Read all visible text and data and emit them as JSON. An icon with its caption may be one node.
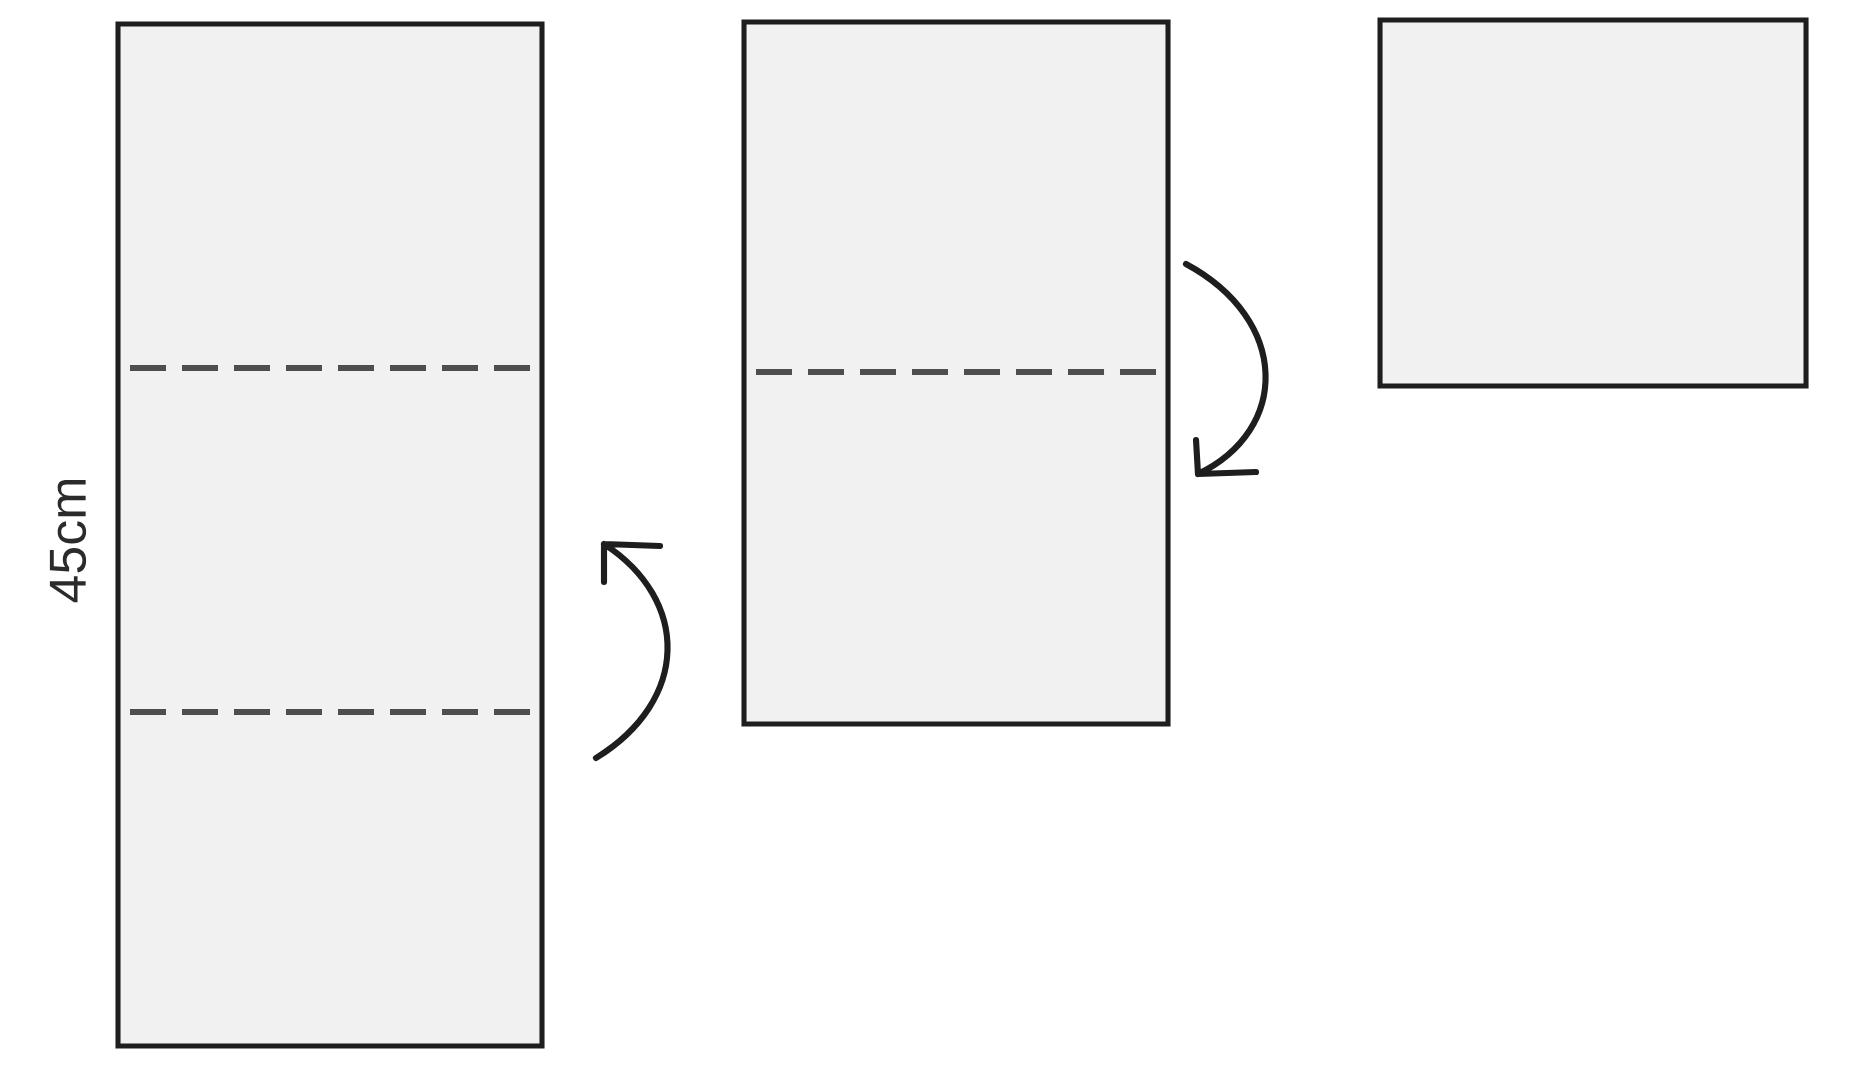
{
  "diagram": {
    "nodes": [
      {
        "text": [],
        "shape": "box"
      },
      {
        "text": [],
        "shape": "box"
      },
      {
        "text": [],
        "shape": "box"
      }
    ],
    "labels": [
      "45cm"
    ]
  }
}
